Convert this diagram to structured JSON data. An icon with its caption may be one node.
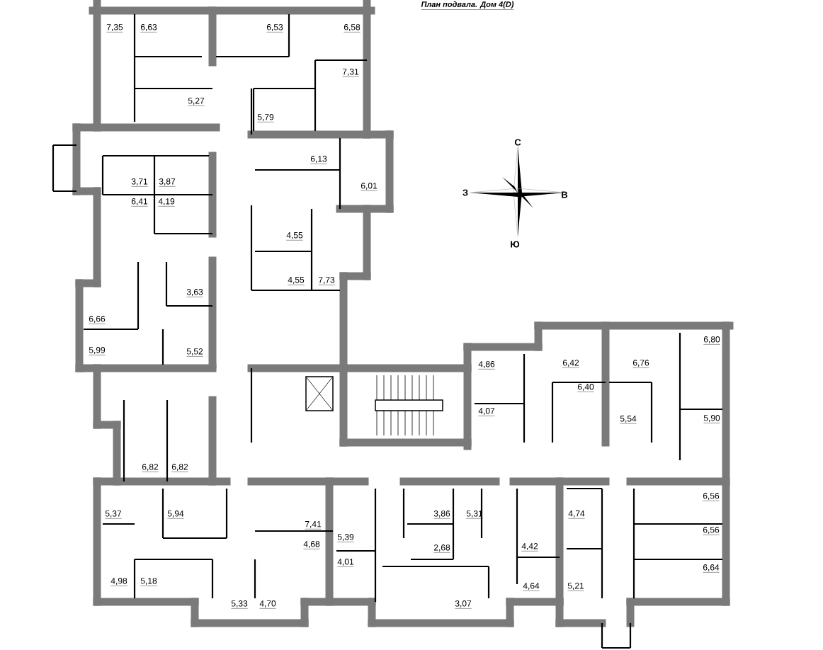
{
  "diagram": {
    "title": "План подвала. Дом 4(D)",
    "labels": [
      "7,35",
      "6,63",
      "6,53",
      "6,58",
      "7,31",
      "5,27",
      "5,79",
      "С",
      "6,13",
      "3,71",
      "3,87",
      "6,01",
      "З",
      "В",
      "6,41",
      "4,19",
      "4,55",
      "Ю",
      "4,55",
      "7,73",
      "3,63",
      "6,66",
      "6,80",
      "5,99",
      "5,52",
      "4,86",
      "6,42",
      "6,76",
      "6,40",
      "4,07",
      "5,54",
      "5,90",
      "6,82",
      "6,82",
      "6,56",
      "5,37",
      "5,94",
      "3,86",
      "5,31",
      "4,74",
      "7,41",
      "6,56",
      "5,39",
      "4,68",
      "2,68",
      "4,42",
      "4,01",
      "6,64",
      "4,98",
      "5,18",
      "4,64",
      "5,21",
      "5,33",
      "4,70",
      "3,07"
    ]
  }
}
